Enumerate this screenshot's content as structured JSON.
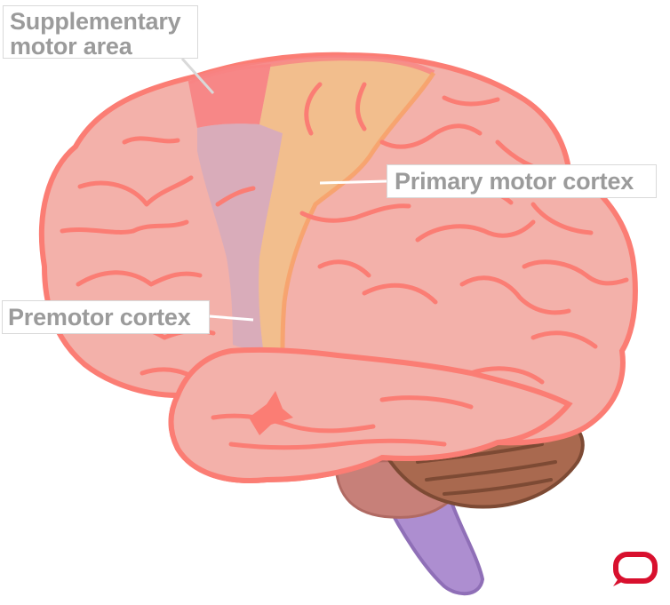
{
  "labels": {
    "supplementary_motor_area": {
      "line1": "Supplementary",
      "line2": "motor area"
    },
    "primary_motor_cortex": "Primary motor cortex",
    "premotor_cortex": "Premotor cortex"
  },
  "colors": {
    "cortex_fill": "#f3b1aa",
    "cortex_outline": "#fb7d74",
    "supplementary_motor_area": "#f78383",
    "primary_motor_cortex": "#f2c08a",
    "premotor_cortex": "#d3abbd",
    "cerebellum": "#a9694f",
    "cerebellum_outline": "#7d4a34",
    "brainstem": "#c78079",
    "spinal_cord": "#ad8ed0",
    "label_text": "#9b9b9b",
    "label_border": "#d9d9d9",
    "logo": "#d8102e"
  },
  "icons": {
    "logo": "speech-bubble-logo-icon"
  }
}
